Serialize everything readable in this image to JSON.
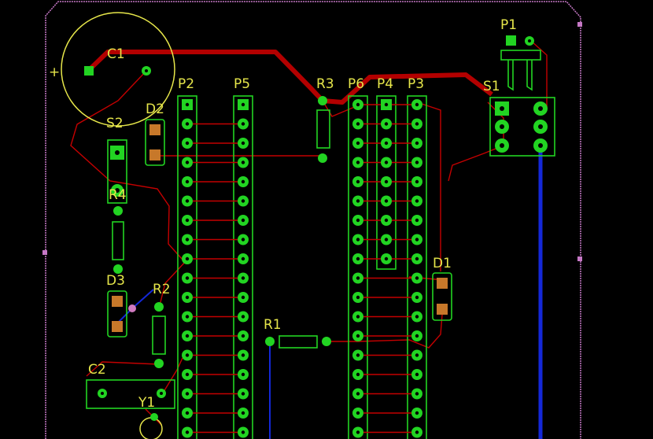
{
  "components": {
    "C1": "C1",
    "C2": "C2",
    "D1": "D1",
    "D2": "D2",
    "D3": "D3",
    "P1": "P1",
    "P2": "P2",
    "P3": "P3",
    "P4": "P4",
    "P5": "P5",
    "P6": "P6",
    "R1": "R1",
    "R2": "R2",
    "R3": "R3",
    "R4": "R4",
    "S1": "S1",
    "S2": "S2",
    "Y1": "Y1"
  },
  "polarity_mark": "+",
  "colors": {
    "background": "#000000",
    "copper_top": "#c40000",
    "copper_bottom": "#1428d8",
    "silkscreen": "#e6e64a",
    "pads": "#22d422",
    "board_outline": "#c678c6"
  }
}
